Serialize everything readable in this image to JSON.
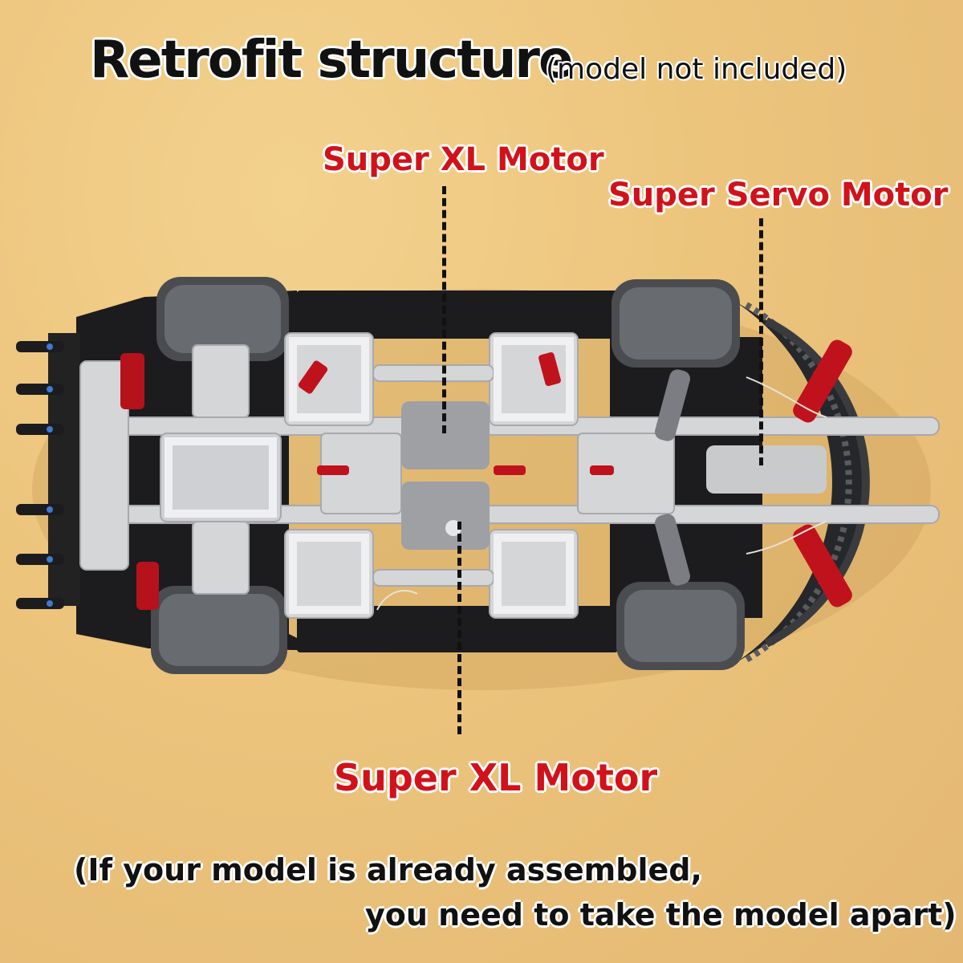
{
  "title": "Retrofit structure",
  "subtitle": "(model not included)",
  "labels": {
    "top_motor": "Super XL Motor",
    "servo_motor": "Super Servo Motor",
    "bottom_motor": "Super XL Motor"
  },
  "note": {
    "line1": "(If your model is already assembled,",
    "line2": "you need to take the model apart)"
  },
  "colors": {
    "background": "#ecc47c",
    "label_red": "#d1121b",
    "chassis_dark": "#1c1c1e",
    "beam_gray": "#d5d6d8",
    "tire": "#4a4c50",
    "accent_red": "#c0121c"
  }
}
